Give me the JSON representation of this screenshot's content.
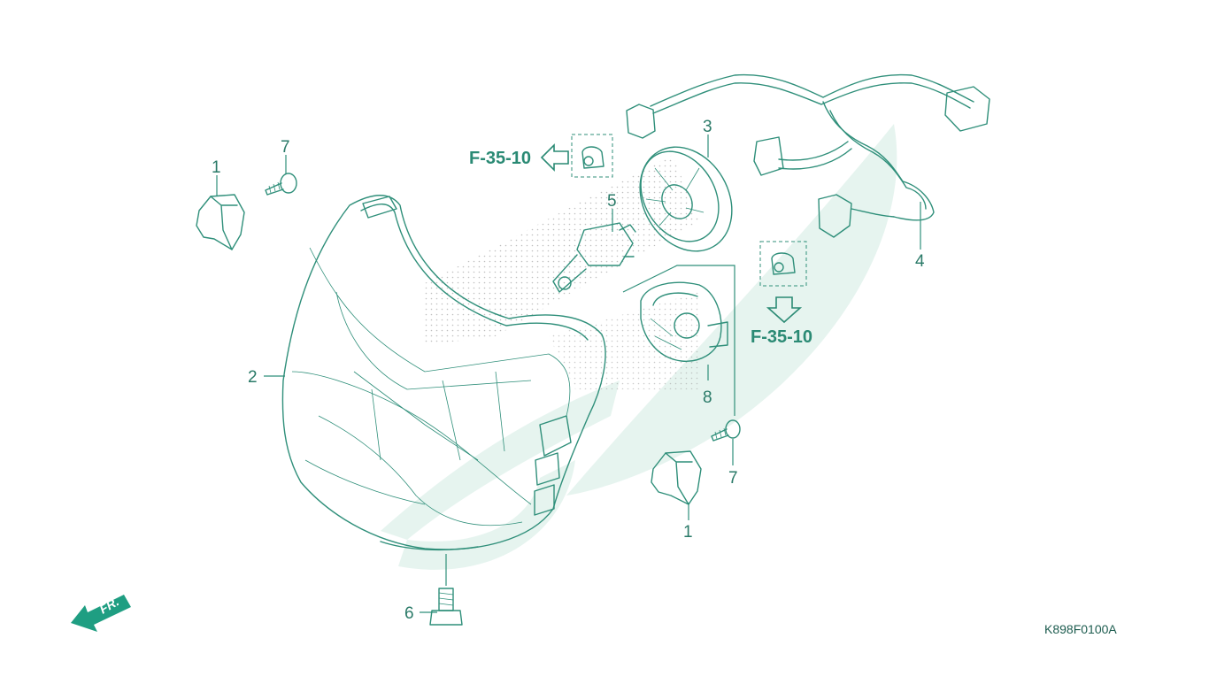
{
  "colors": {
    "line": "#2f8f7a",
    "text": "#2a7a68",
    "watermark": "#e4f3ee",
    "arrow": "#1f9e82"
  },
  "callouts": {
    "c1_top": "1",
    "c7_top": "7",
    "c3": "3",
    "c5": "5",
    "c2": "2",
    "c8": "8",
    "c4": "4",
    "c7_bottom": "7",
    "c1_bottom": "1",
    "c6": "6"
  },
  "references": {
    "left": "F-35-10",
    "right": "F-35-10"
  },
  "front_indicator": "FR.",
  "diagram_code": "K898F0100A"
}
